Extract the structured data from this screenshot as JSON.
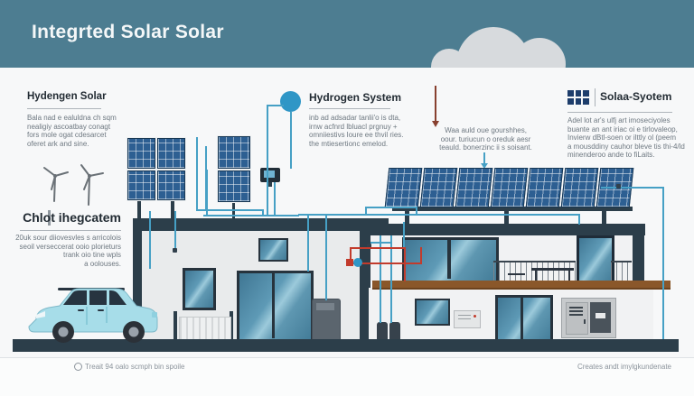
{
  "header": {
    "title": "Integrted Solar Solar"
  },
  "sections": {
    "hydengen": {
      "heading": "Hydengen Solar",
      "lines": [
        "Bala nad e ealuldna ch sqm",
        "nealigiy ascoatbay conagt",
        "fors mole ogat cdesarcet",
        "oferet ark and sine."
      ]
    },
    "hydrogen": {
      "heading": "Hydrogen System",
      "lines": [
        "inb ad adsadar tanlii'o is dta,",
        "irnw acfnrd lbluacl prgnuy +",
        "omniiestivs loure ee thvil ries.",
        "the mtiesertionc emelod."
      ]
    },
    "solaa": {
      "heading": "Solaa-Syotem",
      "lines": [
        "Adel lot ar's ulfj art imoseciyoles",
        "buante an ant iriac oi e tirlovaleop,",
        "Invierw dBtl-soen or ilttly ol (peem",
        "a mousddiny cauhor bleve tis thi-4/ld",
        "minenderoo ande to fiLaits."
      ]
    },
    "center_note": {
      "lines": [
        "Waa auld oue gourshhes,",
        "oour. turiucun o oreduk aesr",
        "teauld. bonerzinc ii s soisant."
      ]
    },
    "chlot": {
      "heading": "Chlot ihegcatem",
      "lines": [
        "20uk sour diiovesvles s arricolois",
        "seoil verseccerat ooio plorieturs",
        "trank oio tine wpls",
        "a oolouses."
      ]
    }
  },
  "footer": {
    "left": "Treait 94 oalo scmph bin spoile",
    "right": "Creates andt imylgkundenate"
  },
  "colors": {
    "header_teal": "#4d7d91",
    "pipe_teal": "#46a0c5",
    "pipe_red": "#c23b2c",
    "panel_blue": "#2d5f92",
    "structure_dark": "#2c3e4a",
    "accent_circle": "#2f96c6",
    "deck_brown": "#8a572a",
    "car_blue": "#a7dde9"
  }
}
